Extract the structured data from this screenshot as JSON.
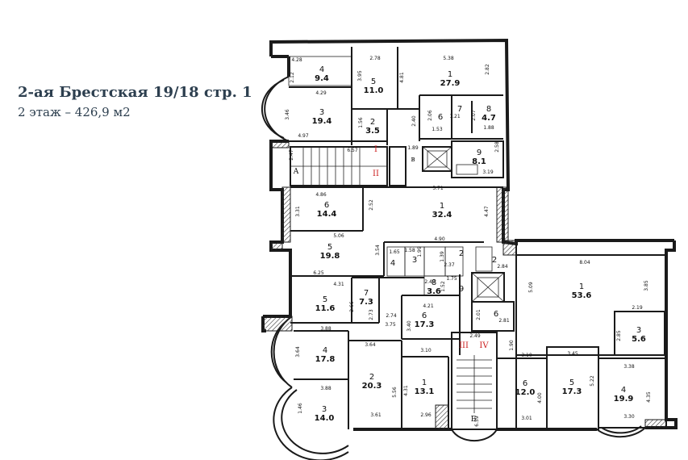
{
  "header": {
    "title": "2-ая Брестская 19/18 стр. 1",
    "subtitle": "2 этаж – 426,9 м2"
  },
  "rooms": [
    {
      "num": "4",
      "area": "9.4"
    },
    {
      "num": "5",
      "area": "11.0"
    },
    {
      "num": "1",
      "area": "27.9"
    },
    {
      "num": "3",
      "area": "19.4"
    },
    {
      "num": "2",
      "area": "3.5"
    },
    {
      "num": "6",
      "area": ""
    },
    {
      "num": "7",
      "area": ""
    },
    {
      "num": "8",
      "area": "4.7"
    },
    {
      "num": "9",
      "area": "8.1"
    },
    {
      "num": "1",
      "area": "32.4"
    },
    {
      "num": "6",
      "area": "14.4"
    },
    {
      "num": "5",
      "area": "19.8"
    },
    {
      "num": "5",
      "area": "11.6"
    },
    {
      "num": "7",
      "area": "7.3"
    },
    {
      "num": "8",
      "area": "3.6"
    },
    {
      "num": "6",
      "area": "17.3"
    },
    {
      "num": "4",
      "area": "17.8"
    },
    {
      "num": "2",
      "area": "20.3"
    },
    {
      "num": "1",
      "area": "13.1"
    },
    {
      "num": "3",
      "area": "14.0"
    },
    {
      "num": "1",
      "area": "53.6"
    },
    {
      "num": "3",
      "area": "5.6"
    },
    {
      "num": "6",
      "area": "12.0"
    },
    {
      "num": "5",
      "area": "17.3"
    },
    {
      "num": "4",
      "area": "19.9"
    },
    {
      "num": "4",
      "area": ""
    },
    {
      "num": "3",
      "area": ""
    },
    {
      "num": "2",
      "area": ""
    },
    {
      "num": "9",
      "area": ""
    },
    {
      "num": "2",
      "area": ""
    },
    {
      "num": "6",
      "area": ""
    }
  ],
  "dimensions": [
    "4.28",
    "2.78",
    "5.38",
    "2.12",
    "3.95",
    "4.81",
    "2.82",
    "4.29",
    "3.46",
    "1.56",
    "2.40",
    "2.06",
    "1.21",
    "2.07",
    "1.53",
    "1.88",
    "4.97",
    "1.89",
    "2.58",
    "3.19",
    "2.47",
    "6.57",
    "4.86",
    "5.71",
    "3.31",
    "2.52",
    "4.47",
    "5.06",
    "3.54",
    "1.58",
    "4.90",
    "1.65",
    "1.99",
    "1.39",
    "2.37",
    "6.25",
    "2.40",
    "1.52",
    "1.75",
    "4.31",
    "2.66",
    "2.73",
    "2.74",
    "4.21",
    "3.75",
    "3.88",
    "3.40",
    "2.01",
    "2.81",
    "3.64",
    "3.64",
    "3.10",
    "2.49",
    "1.90",
    "3.10",
    "3.88",
    "5.56",
    "4.31",
    "1.46",
    "3.61",
    "2.96",
    "6.59",
    "3.01",
    "8.04",
    "5.09",
    "3.85",
    "2.19",
    "2.85",
    "3.45",
    "5.22",
    "3.38",
    "4.00",
    "4.35",
    "3.30",
    "2.84"
  ],
  "markers": {
    "m1": "I",
    "m2": "II",
    "m3": "III",
    "m4": "IV",
    "a": "А",
    "b": "Б",
    "v": "в"
  },
  "colors": {
    "title": "#2d3f4f",
    "marker": "#cc1f1f",
    "walls": "#1a1a1a"
  }
}
